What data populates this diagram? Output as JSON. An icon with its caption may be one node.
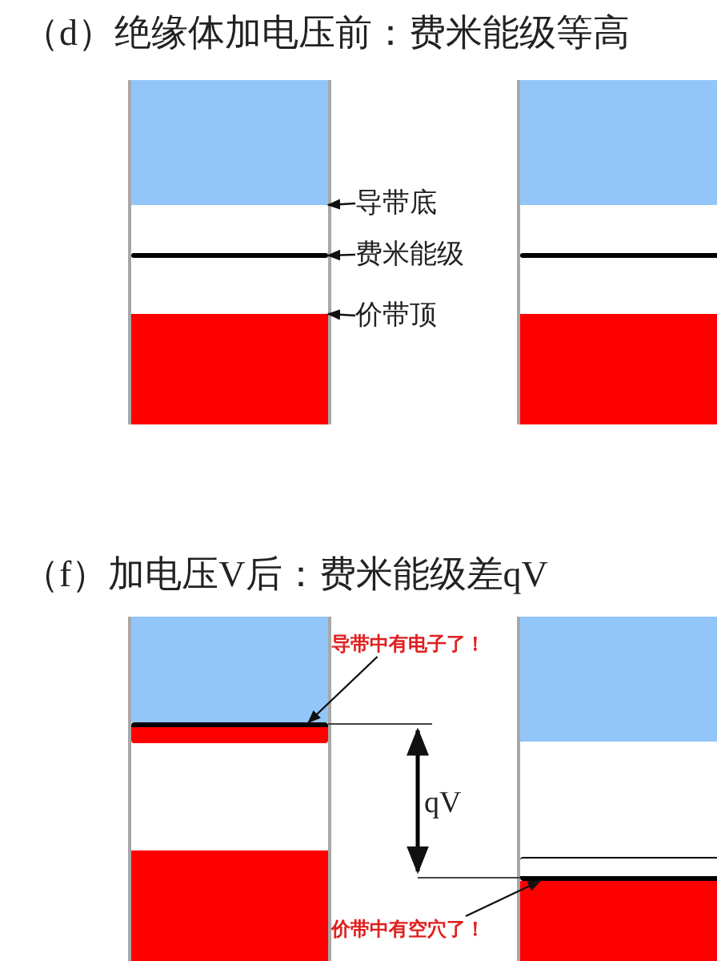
{
  "diagram": {
    "nodes": [
      {
        "text": [
          "导带底"
        ]
      },
      {
        "text": [
          "费米能级"
        ]
      },
      {
        "text": [
          "价带顶"
        ]
      },
      {
        "text": [],
        "shape": "box"
      },
      {
        "text": [],
        "shape": "bar"
      },
      {
        "text": [],
        "shape": "box"
      },
      {
        "text": [],
        "shape": "box"
      },
      {
        "text": [],
        "shape": "bar"
      },
      {
        "text": [],
        "shape": "box"
      },
      {
        "text": [
          "导带中有电子了！"
        ]
      },
      {
        "text": [],
        "shape": "box"
      },
      {
        "text": [],
        "shape": "bar"
      },
      {
        "text": [],
        "shape": "box"
      },
      {
        "text": [
          "价带中有空穴了！"
        ]
      },
      {
        "text": [],
        "shape": "box"
      },
      {
        "text": [],
        "shape": "bar"
      },
      {
        "text": [],
        "shape": "box"
      }
    ],
    "edges": [
      {
        "from": 0,
        "to": 3,
        "arrow": "to"
      },
      {
        "from": 1,
        "to": 4,
        "arrow": "to"
      },
      {
        "from": 2,
        "to": 5,
        "arrow": "to"
      },
      {
        "from": 9,
        "to": 11,
        "arrow": "to"
      },
      {
        "from": 13,
        "to": 15,
        "arrow": "to"
      }
    ],
    "labels": [
      "（d）绝缘体加电压前：费米能级等高",
      "（f）加电压V后：费米能级差qV",
      "qV"
    ]
  }
}
